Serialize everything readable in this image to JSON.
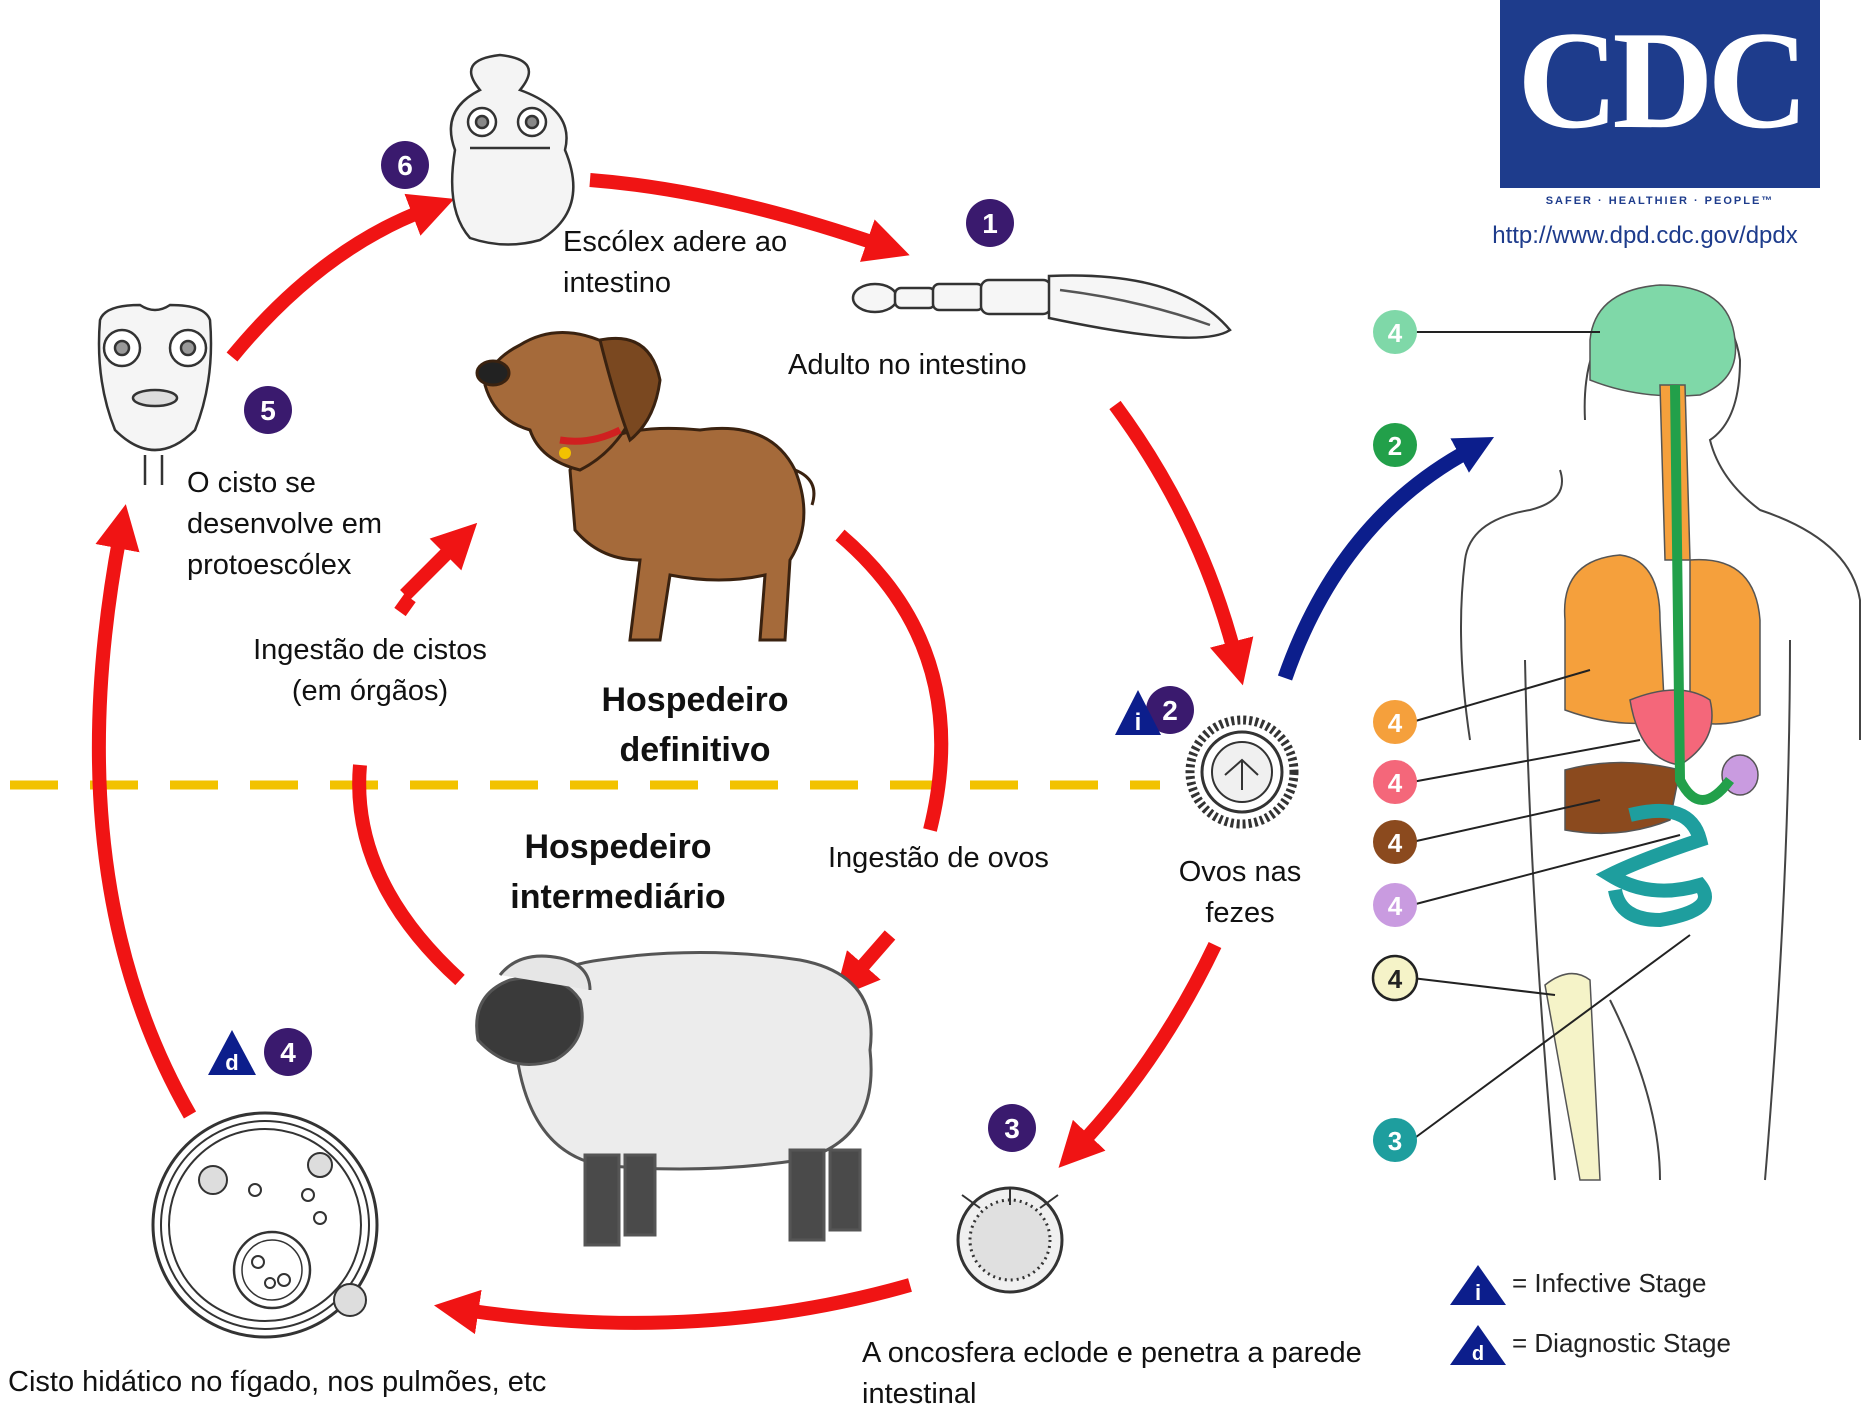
{
  "logo": {
    "text": "CDC",
    "tagline": "SAFER · HEALTHIER · PEOPLE™",
    "url": "http://www.dpd.cdc.gov/dpdx"
  },
  "labels": {
    "scolex": "Escólex adere ao\nintestino",
    "adult": "Adulto no intestino",
    "cyst_develops": "O cisto se\ndesenvolve em\nprotoescólex",
    "ingestion_cysts": "Ingestão de cistos\n(em órgãos)",
    "definitive_host": "Hospedeiro\ndefinitivo",
    "intermediate_host": "Hospedeiro\nintermediário",
    "ingestion_eggs": "Ingestão de ovos",
    "eggs_feces": "Ovos nas\nfezes",
    "oncosphere": "A oncosfera eclode e penetra a parede\nintestinal",
    "hydatid_cyst": "Cisto hidático no fígado, nos pulmões, etc"
  },
  "steps": {
    "s1": "1",
    "s2": "2",
    "s3": "3",
    "s4": "4",
    "s5": "5",
    "s6": "6"
  },
  "stage_markers": {
    "infective": "i",
    "diagnostic": "d"
  },
  "body_markers": {
    "brain": "4",
    "route": "2",
    "lungs": "4",
    "heart": "4",
    "liver": "4",
    "spleen": "4",
    "bone": "4",
    "intestine": "3"
  },
  "legend": {
    "infective": "= Infective Stage",
    "diagnostic": "= Diagnostic Stage"
  },
  "colors": {
    "cycle_arrow": "#f01414",
    "human_arrow": "#0c1e8c",
    "step_badge": "#3a1a6e",
    "host_divider": "#f2c200",
    "logo_blue": "#1e3c8c"
  }
}
